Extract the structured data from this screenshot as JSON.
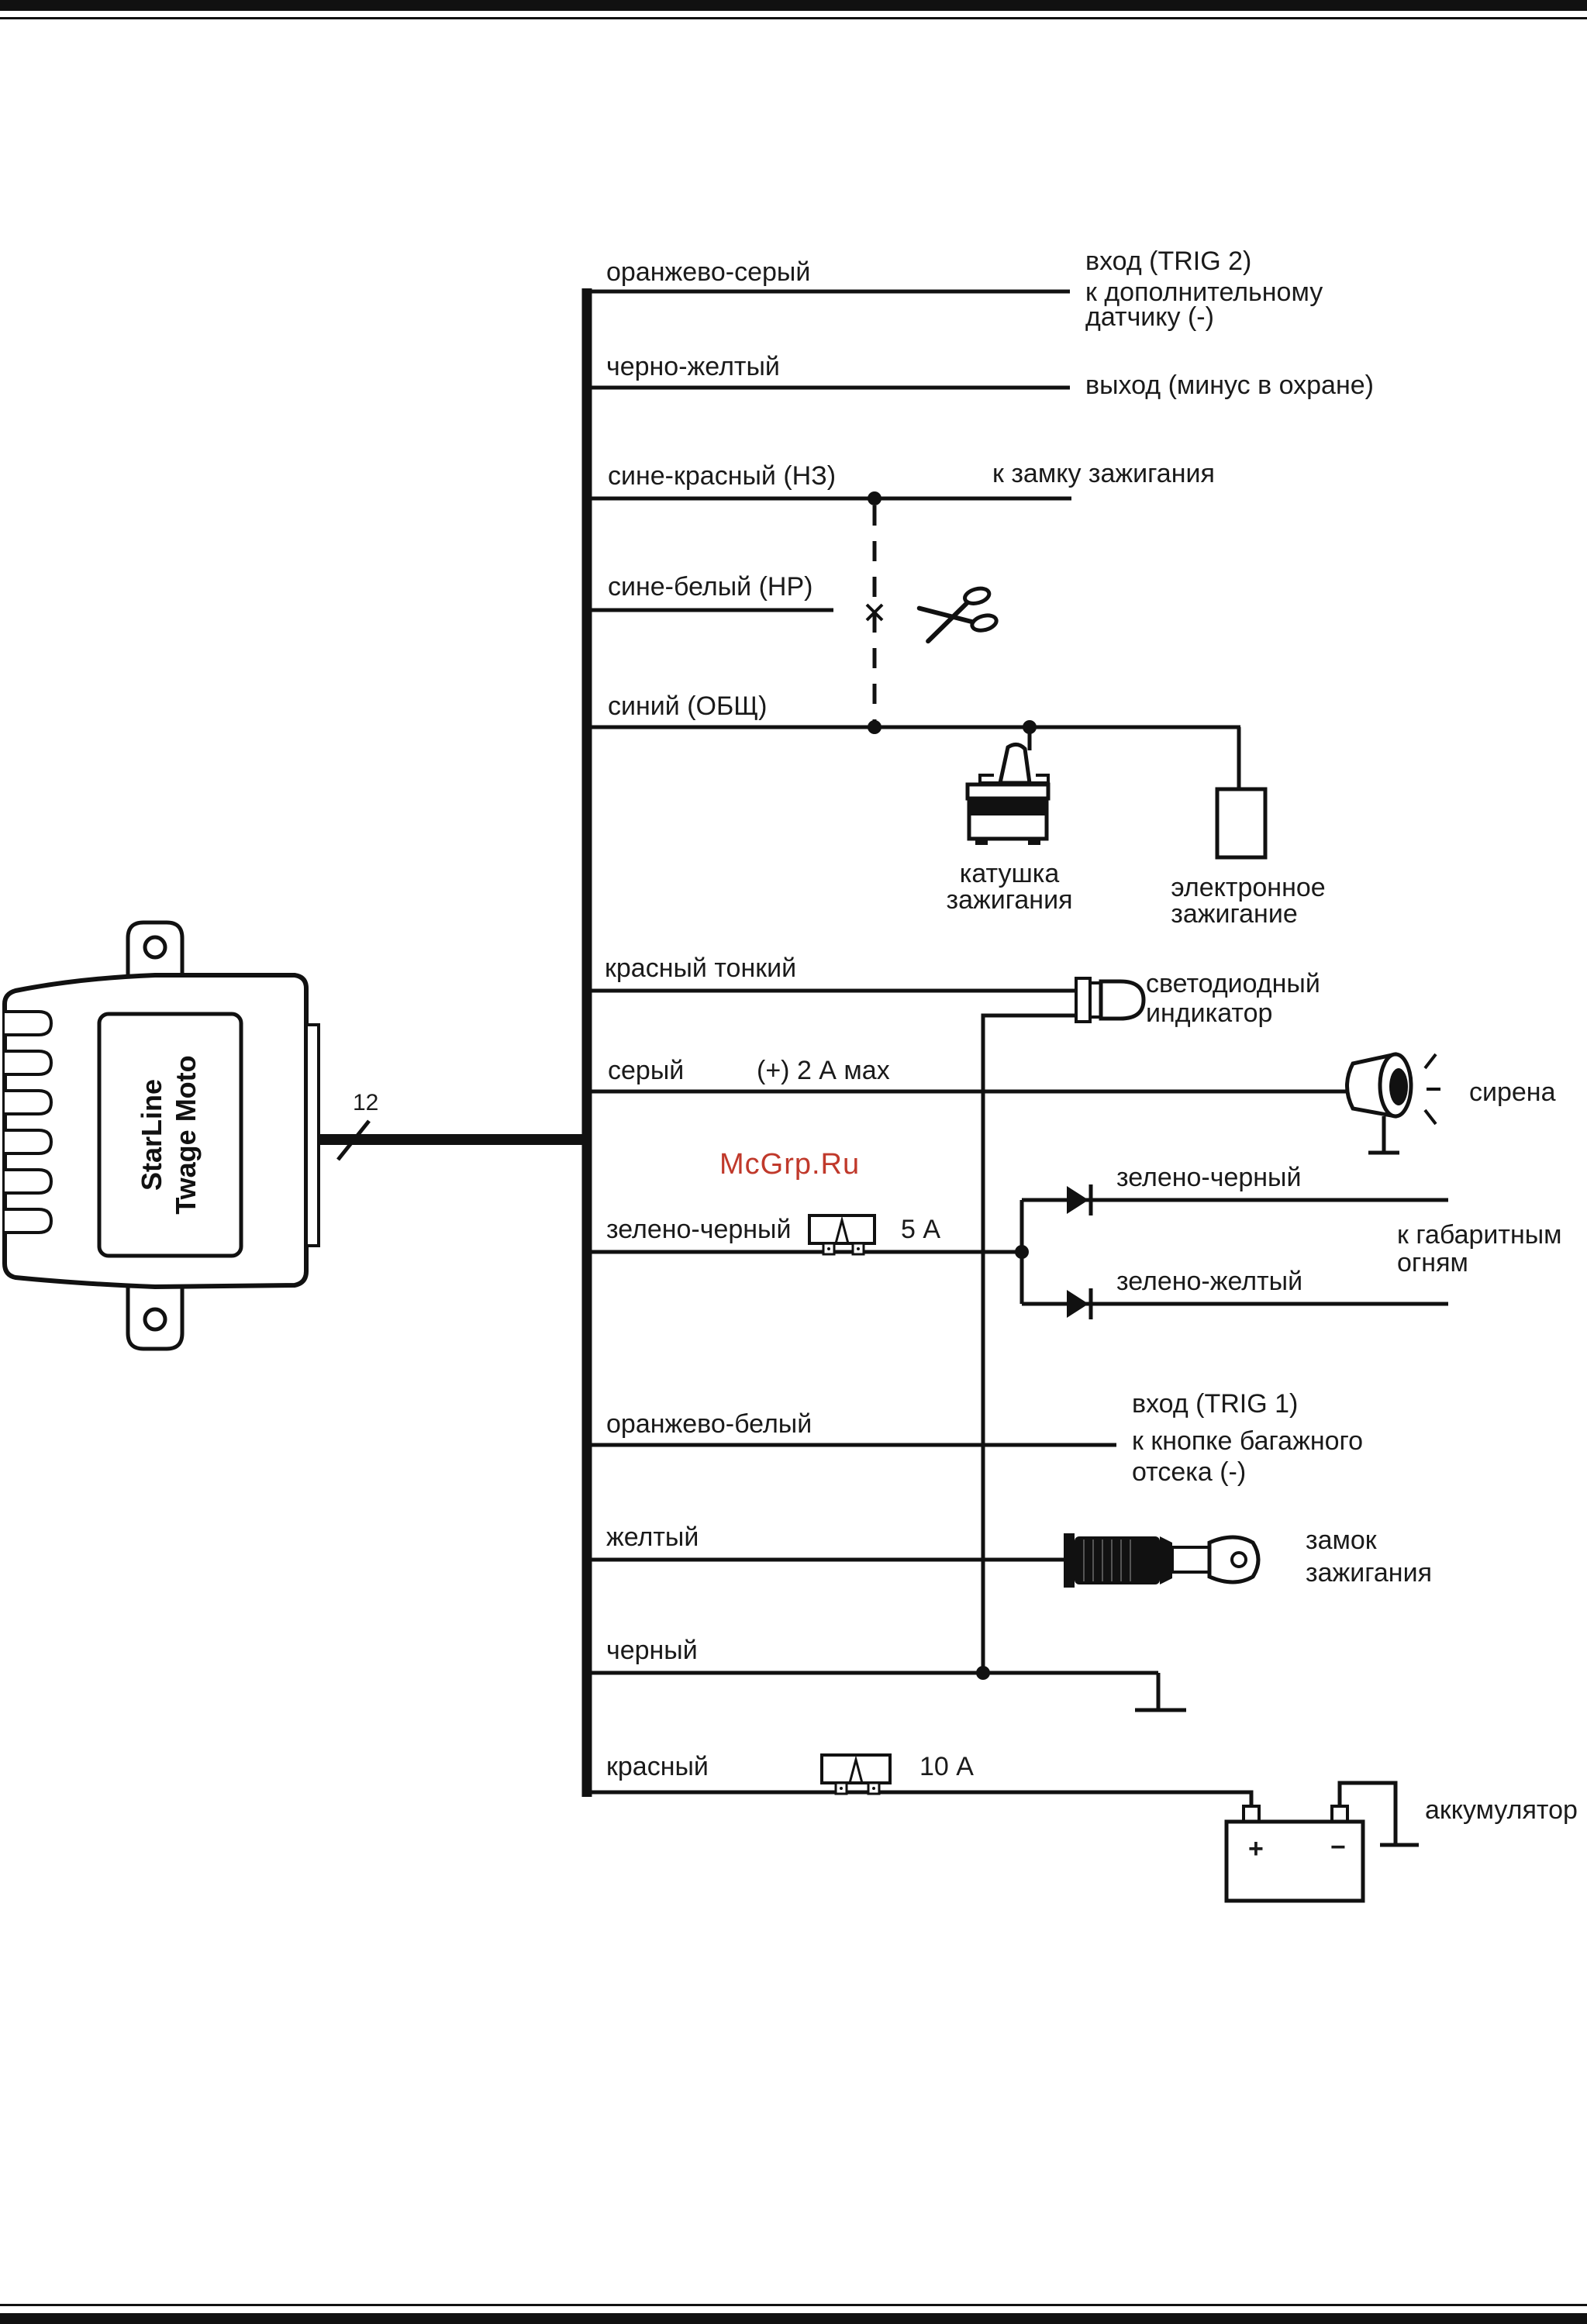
{
  "unit": {
    "brand": "StarLine",
    "model": "Twage Moto",
    "connector_pins": "12"
  },
  "watermark": "McGrp.Ru",
  "wires": {
    "orange_gray": "оранжево-серый",
    "black_yellow": "черно-желтый",
    "blue_red": "сине-красный (НЗ)",
    "blue_white": "сине-белый (НР)",
    "blue": "синий (ОБЩ)",
    "red_thin": "красный тонкий",
    "gray": "серый",
    "gray_rating": "(+)  2 А мах",
    "green_black": "зелено-черный",
    "green_black_fuse": "5 А",
    "orange_white": "оранжево-белый",
    "yellow": "желтый",
    "black": "черный",
    "red": "красный",
    "red_fuse": "10 А"
  },
  "destinations": {
    "trig2_line1": "вход (TRIG 2)",
    "trig2_line2": "к дополнительному",
    "trig2_line3": "датчику (-)",
    "output_armed": "выход (минус в охране)",
    "ignition_lock_to": "к замку зажигания",
    "coil_line1": "катушка",
    "coil_line2": "зажигания",
    "einj_line1": "электронное",
    "einj_line2": "зажигание",
    "led_line1": "светодиодный",
    "led_line2": "индикатор",
    "siren": "сирена",
    "lights_wire1": "зелено-черный",
    "lights_wire2": "зелено-желтый",
    "lights_line1": "к габаритным",
    "lights_line2": "огням",
    "trig1_line1": "вход (TRIG 1)",
    "trig1_line2": "к кнопке багажного",
    "trig1_line3": "отсека (-)",
    "lock_line1": "замок",
    "lock_line2": "зажигания",
    "battery": "аккумулятор",
    "battery_plus": "+",
    "battery_minus": "−"
  }
}
